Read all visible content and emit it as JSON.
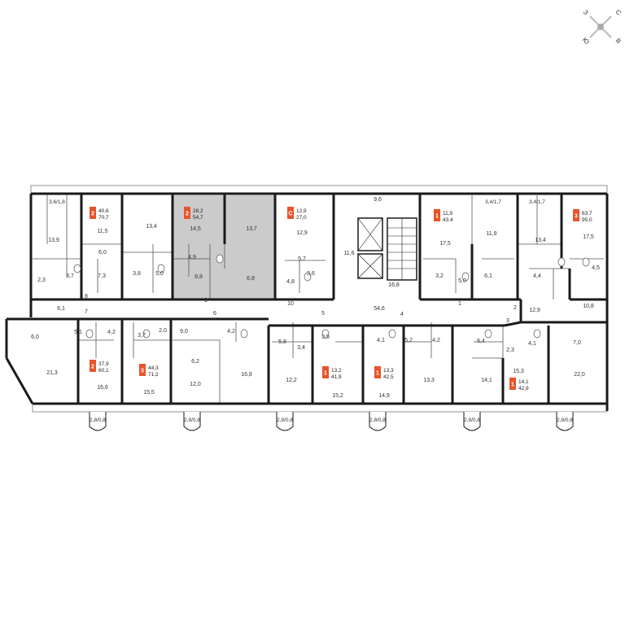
{
  "compass": {
    "north": "С",
    "south": "Ю",
    "east": "В",
    "west": "З"
  },
  "colors": {
    "accent": "#e8542a",
    "wall": "#1a1a1a",
    "selected_unit": "#c8c8c8"
  },
  "apartments": [
    {
      "rooms": "2",
      "living": "40,6",
      "total": "70,7"
    },
    {
      "rooms": "2",
      "living": "28,2",
      "total": "54,7",
      "selected": true
    },
    {
      "rooms": "С",
      "living": "12,9",
      "total": "27,0"
    },
    {
      "rooms": "1",
      "living": "11,9",
      "total": "43,4"
    },
    {
      "rooms": "3",
      "living": "63,7",
      "total": "95,0"
    },
    {
      "rooms": "2",
      "living": "37,9",
      "total": "60,1"
    },
    {
      "rooms": "3",
      "living": "44,3",
      "total": "71,2"
    },
    {
      "rooms": "1",
      "living": "13,2",
      "total": "41,9"
    },
    {
      "rooms": "1",
      "living": "13,3",
      "total": "42,5"
    },
    {
      "rooms": "1",
      "living": "14,1",
      "total": "42,9"
    }
  ],
  "room_areas": [
    "3,6/1,8",
    "13,9",
    "11,5",
    "6,0",
    "7,3",
    "3,7",
    "2,3",
    "13,4",
    "3,8",
    "5,0",
    "14,5",
    "4,9",
    "8,8",
    "13,7",
    "6,8",
    "12,9",
    "5,7",
    "4,8",
    "3,6",
    "9,6",
    "11,6",
    "16,8",
    "17,5",
    "3,2",
    "3,4/1,7",
    "11,9",
    "5,0",
    "6,1",
    "3,4/1,7",
    "13,4",
    "4,4",
    "17,5",
    "4,5",
    "12,9",
    "10,8",
    "54,6",
    "6,1",
    "5,1",
    "4,2",
    "21,3",
    "6,0",
    "16,6",
    "3,7",
    "2,0",
    "15,5",
    "9,0",
    "4,2",
    "6,2",
    "12,0",
    "16,8",
    "5,8",
    "3,4",
    "3,5",
    "12,2",
    "15,2",
    "4,1",
    "5,2",
    "14,9",
    "4,2",
    "13,3",
    "6,4",
    "2,3",
    "4,1",
    "14,1",
    "15,3",
    "7,0",
    "22,0",
    "2,8/0,8",
    "2,8/0,8",
    "2,8/0,8",
    "2,8/0,8",
    "2,8/0,8",
    "2,8/0,8"
  ],
  "corridor_markers": [
    "8",
    "7",
    "9",
    "6",
    "10",
    "5",
    "4",
    "1",
    "2",
    "3"
  ]
}
